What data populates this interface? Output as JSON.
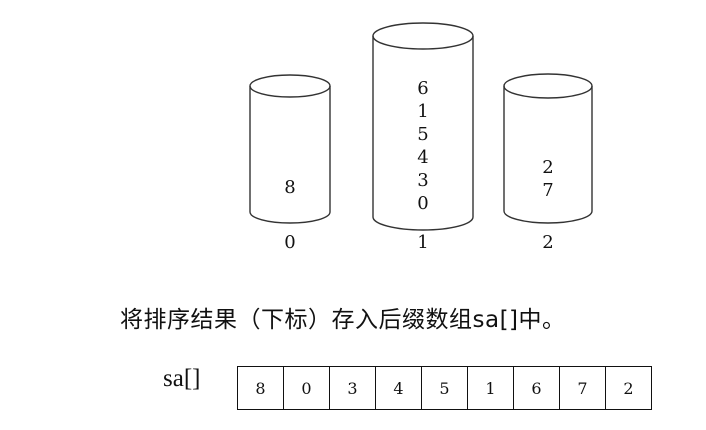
{
  "buckets": [
    {
      "index": "0",
      "items": [
        "8"
      ]
    },
    {
      "index": "1",
      "items": [
        "6",
        "1",
        "5",
        "4",
        "3",
        "0"
      ]
    },
    {
      "index": "2",
      "items": [
        "2",
        "7"
      ]
    }
  ],
  "caption": "将排序结果（下标）存入后缀数组sa[]中。",
  "sa_label": "sa[]",
  "sa_values": [
    "8",
    "0",
    "3",
    "4",
    "5",
    "1",
    "6",
    "7",
    "2"
  ]
}
